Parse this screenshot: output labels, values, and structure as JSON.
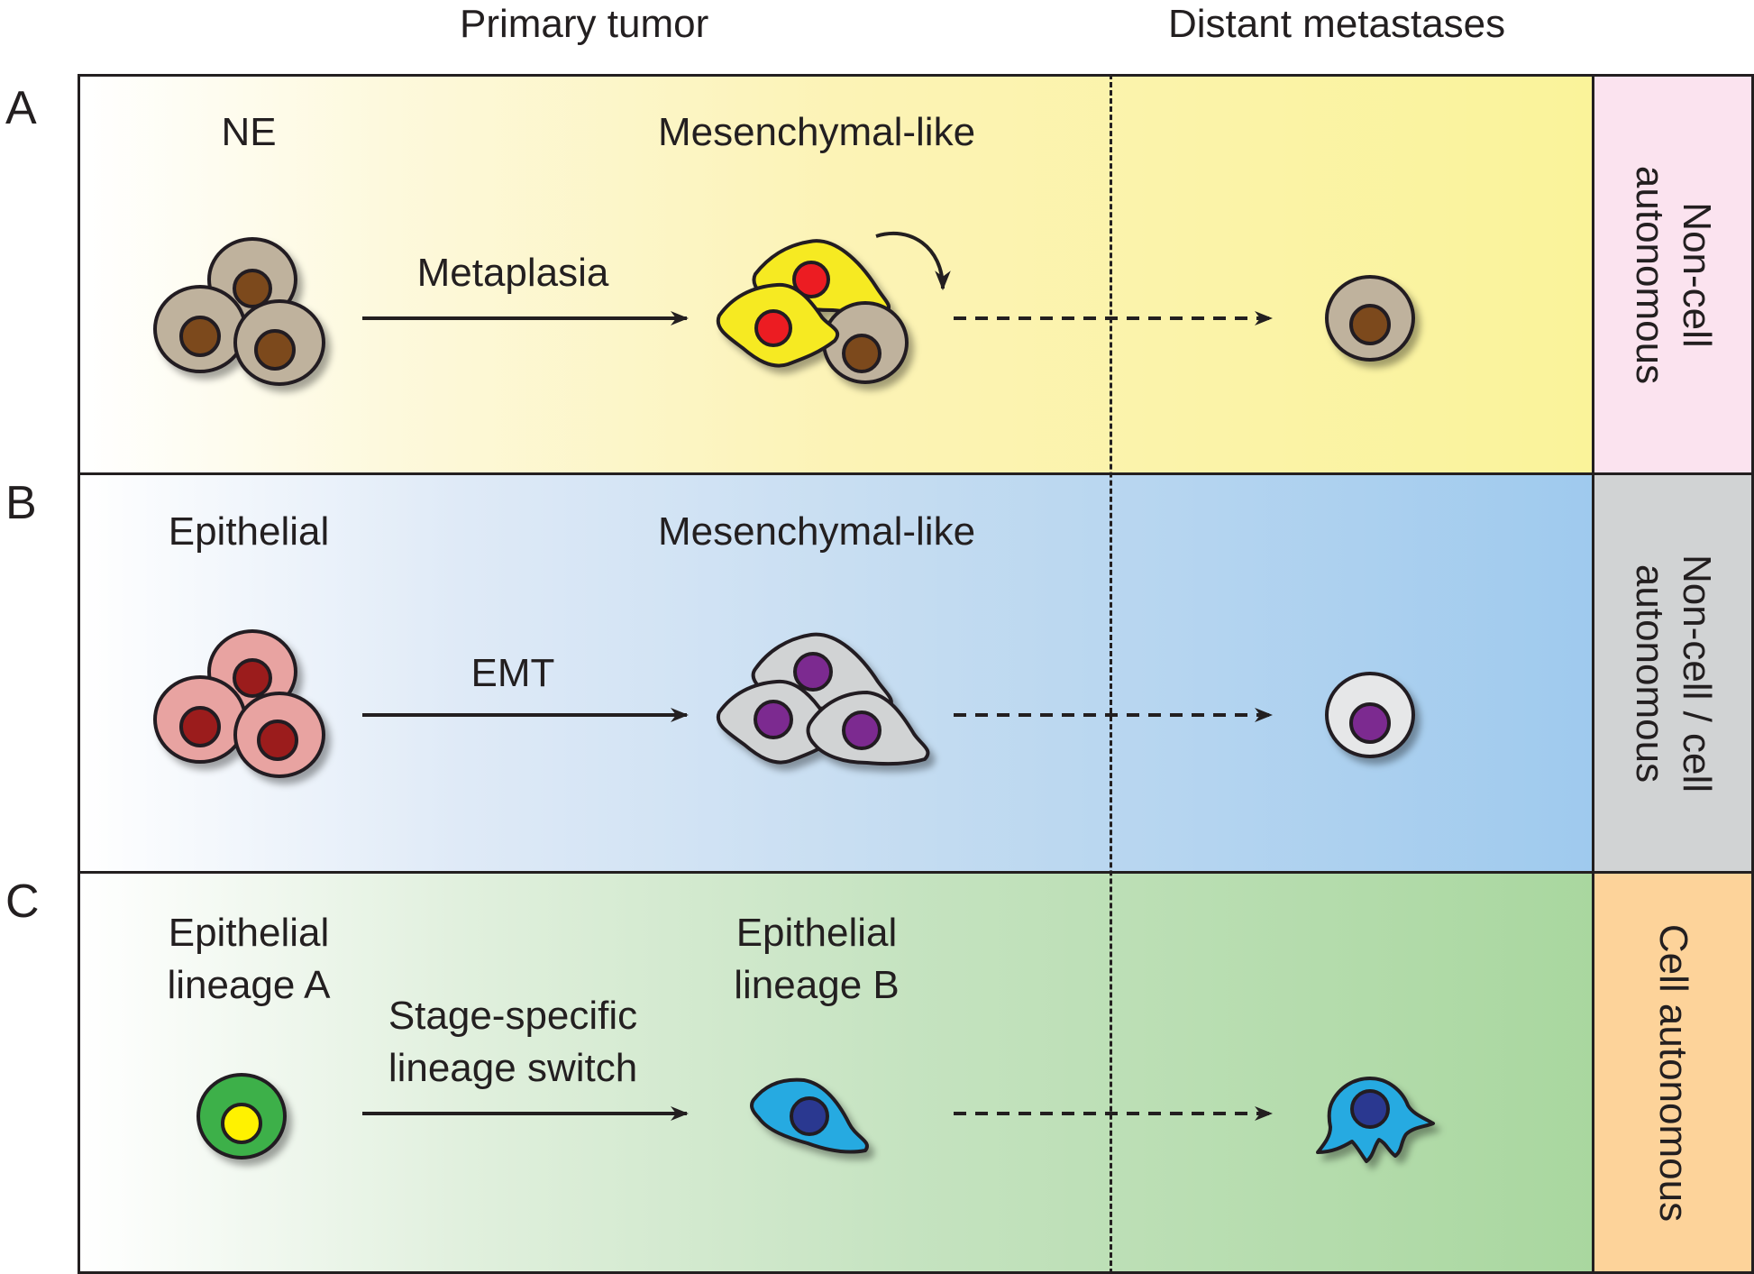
{
  "headers": {
    "primary": "Primary tumor",
    "distant": "Distant metastases"
  },
  "rows": [
    {
      "letter": "A",
      "left_label": "NE",
      "arrow_label": "Metaplasia",
      "mid_label": "Mesenchymal-like",
      "side_label": "Non-cell\nautonomous",
      "side_color": "#fbe3ef"
    },
    {
      "letter": "B",
      "left_label": "Epithelial",
      "arrow_label": "EMT",
      "mid_label": "Mesenchymal-like",
      "side_label": "Non-cell / cell\nautonomous",
      "side_color": "#d1d3d4"
    },
    {
      "letter": "C",
      "left_label": "Epithelial\nlineage A",
      "arrow_label": "Stage-specific\nlineage switch",
      "mid_label": "Epithelial\nlineage B",
      "side_label": "Cell autonomous",
      "side_color": "#fdd39a"
    }
  ],
  "colors": {
    "ne_cell": "#bfb29d",
    "ne_nucleus": "#7b4a1e",
    "yellow_cell": "#f6ea22",
    "red_nucleus": "#ec1c24",
    "pink_cell": "#e8a3a1",
    "dark_red_nucleus": "#9b1b1e",
    "grey_cell": "#d1d3d4",
    "purple_nucleus": "#7b2b90",
    "green_cell": "#3cb04a",
    "yellow_nucleus": "#fff200",
    "blue_cell": "#27aae1",
    "navy_nucleus": "#2b3990"
  }
}
